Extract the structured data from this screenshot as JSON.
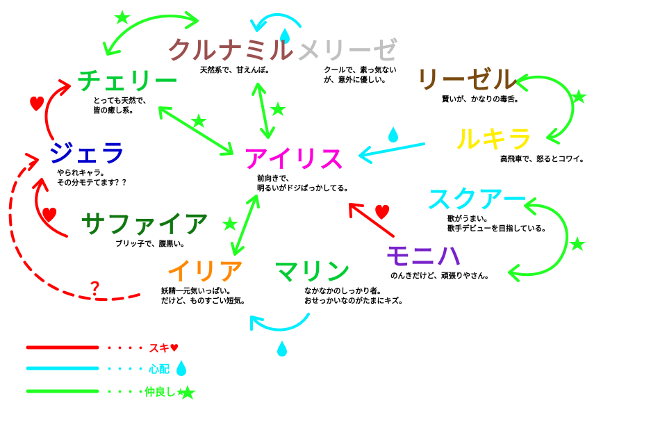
{
  "colors": {
    "love": "#ff0000",
    "worry": "#00eeff",
    "friend": "#22ff22"
  },
  "characters": {
    "kurunamiru": {
      "name": "クルナミル",
      "desc": "天然系で、甘えんぼ。",
      "color": "#9b5050"
    },
    "meriize": {
      "name": "メリーゼ",
      "desc": "クールで、素っ気ない\nが、意外に優しい。",
      "color": "#c0c0c0"
    },
    "cherry": {
      "name": "チェリー",
      "desc": "とっても天然で、\n皆の癒し系。",
      "color": "#00cc33"
    },
    "riizeru": {
      "name": "リーゼル",
      "desc": "賢いが、かなりの毒舌。",
      "color": "#7a4a10"
    },
    "jera": {
      "name": "ジェラ",
      "desc": "やられキャラ。\nその分モテてます？？",
      "color": "#0000cc"
    },
    "rukira": {
      "name": "ルキラ",
      "desc": "高飛車で、怒るとコワイ。",
      "color": "#ffee00"
    },
    "airisu": {
      "name": "アイリス",
      "desc": "前向きで、\n明るいがドジばっかしてる。",
      "color": "#ff00dd"
    },
    "sukuaa": {
      "name": "スクアー",
      "desc": "歌がうまい。\n歌手デビューを目指している。",
      "color": "#00eeff"
    },
    "safaia": {
      "name": "サファイア",
      "desc": "ブリッ子で、腹黒い。",
      "color": "#117711"
    },
    "moniha": {
      "name": "モニハ",
      "desc": "のんきだけど、頑張りやさん。",
      "color": "#7722cc"
    },
    "iria": {
      "name": "イリア",
      "desc": "妖精一元気いっぱい。\nだけど、ものすごい短気。",
      "color": "#ff8800"
    },
    "marin": {
      "name": "マリン",
      "desc": "なかなかのしっかり者。\nおせっかいなのがたまにキズ。",
      "color": "#00cc33"
    }
  },
  "unknown_mark": "？",
  "legend": {
    "love": {
      "dots": "・・・・",
      "label": "スキ♥"
    },
    "worry": {
      "dots": "・・・・",
      "label": "心配"
    },
    "friend": {
      "dots": "・・・・",
      "label": "仲良し★"
    }
  },
  "icons": {
    "heart": "heart-icon",
    "drop": "drop-icon",
    "star": "star-icon"
  }
}
